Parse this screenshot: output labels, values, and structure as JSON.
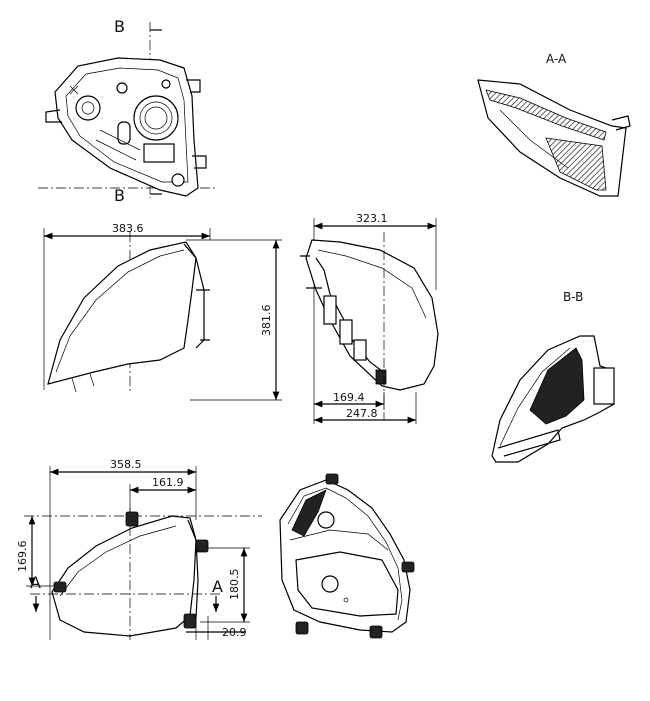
{
  "drawing": {
    "section_labels": {
      "section_a": "A-A",
      "section_b": "B-B",
      "cut_b_top": "B",
      "cut_b_bottom": "B",
      "cut_a_left": "A",
      "cut_a_right": "A"
    },
    "dimensions": {
      "front_width": "383.6",
      "front_height": "381.6",
      "side_depth": "323.1",
      "side_offset_1": "169.4",
      "side_offset_2": "247.8",
      "top_width": "358.5",
      "top_offset": "161.9",
      "top_height_left": "169.6",
      "top_height_right": "180.5",
      "top_small": "20.9"
    }
  }
}
